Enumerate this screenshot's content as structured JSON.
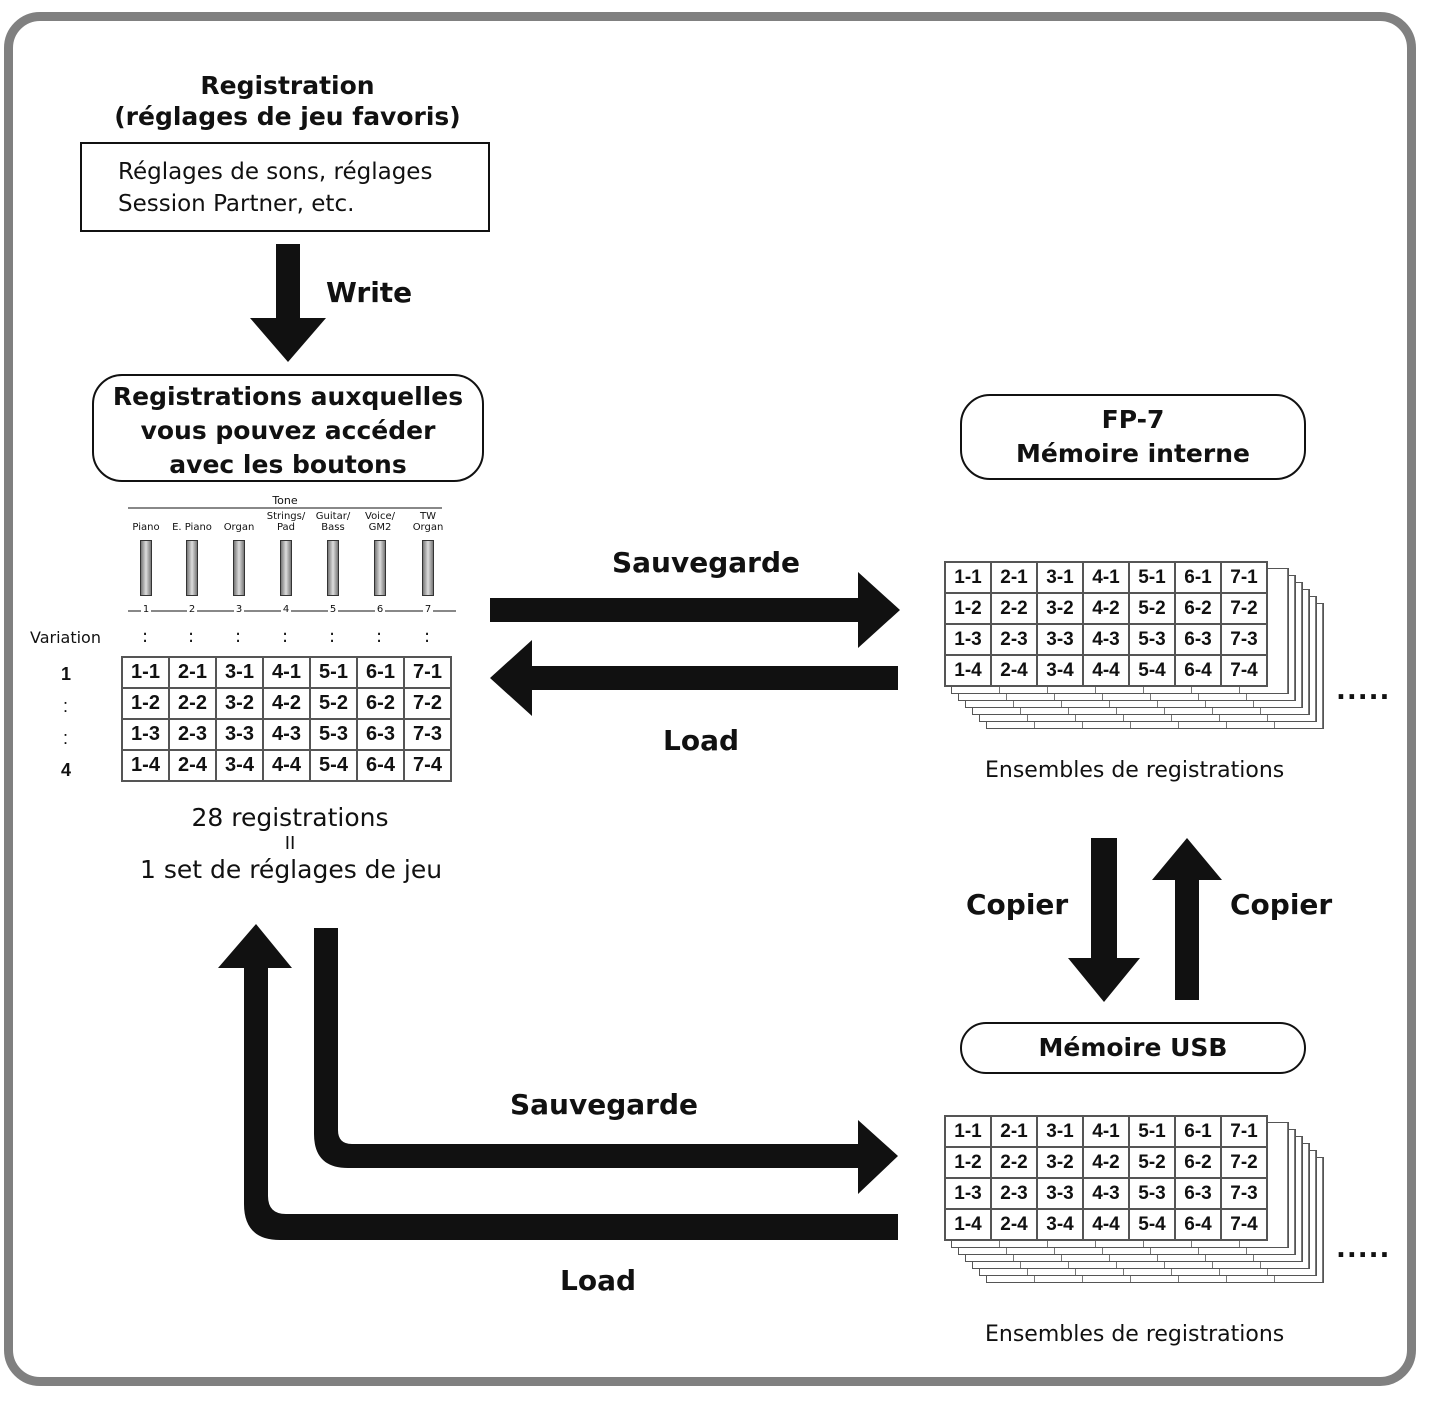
{
  "registration": {
    "title_line1": "Registration",
    "title_line2": "(réglages de jeu favoris)",
    "box_line1": "Réglages de sons, réglages",
    "box_line2": "Session Partner, etc."
  },
  "write_label": "Write",
  "buttons_box": {
    "line1": "Registrations auxquelles",
    "line2": "vous pouvez accéder",
    "line3": "avec les boutons"
  },
  "tone_panel": {
    "title": "Tone",
    "tones": [
      {
        "label1": "",
        "label2": "Piano",
        "num": "1"
      },
      {
        "label1": "",
        "label2": "E. Piano",
        "num": "2"
      },
      {
        "label1": "",
        "label2": "Organ",
        "num": "3"
      },
      {
        "label1": "Strings/",
        "label2": "Pad",
        "num": "4"
      },
      {
        "label1": "Guitar/",
        "label2": "Bass",
        "num": "5"
      },
      {
        "label1": "Voice/",
        "label2": "GM2",
        "num": "6"
      },
      {
        "label1": "TW",
        "label2": "Organ",
        "num": "7"
      }
    ],
    "variation_label": "Variation",
    "variation_rows": [
      "1",
      ":",
      ":",
      "4"
    ]
  },
  "grid": [
    [
      "1-1",
      "2-1",
      "3-1",
      "4-1",
      "5-1",
      "6-1",
      "7-1"
    ],
    [
      "1-2",
      "2-2",
      "3-2",
      "4-2",
      "5-2",
      "6-2",
      "7-2"
    ],
    [
      "1-3",
      "2-3",
      "3-3",
      "4-3",
      "5-3",
      "6-3",
      "7-3"
    ],
    [
      "1-4",
      "2-4",
      "3-4",
      "4-4",
      "5-4",
      "6-4",
      "7-4"
    ]
  ],
  "summary": {
    "line1": "28 registrations",
    "equals": "II",
    "line2": "1 set de réglages de jeu"
  },
  "internal": {
    "line1": "FP-7",
    "line2": "Mémoire interne",
    "sets_caption": "Ensembles de registrations",
    "ellipsis": "....."
  },
  "usb": {
    "title": "Mémoire USB",
    "sets_caption": "Ensembles de registrations",
    "ellipsis": "....."
  },
  "arrows": {
    "save_top": "Sauvegarde",
    "load_top": "Load",
    "copy_down": "Copier",
    "copy_up": "Copier",
    "save_bottom": "Sauvegarde",
    "load_bottom": "Load"
  },
  "colors": {
    "frame": "#808080",
    "arrow": "#111111"
  }
}
